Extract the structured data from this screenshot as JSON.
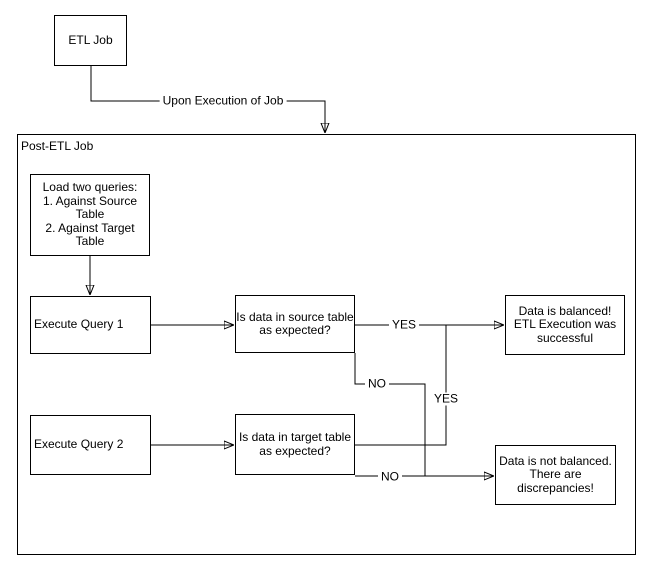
{
  "diagram": {
    "background_color": "#ffffff",
    "stroke_color": "#000000",
    "node_fill_color": "#ffffff",
    "text_color": "#000000",
    "nodes": {
      "etl_job": {
        "label": "ETL Job"
      },
      "post_etl_job": {
        "label": "Post-ETL Job"
      },
      "load_queries": {
        "label": "Load two queries:\n1. Against Source\nTable\n2. Against Target\nTable"
      },
      "execute_query_1": {
        "label": "Execute Query 1"
      },
      "decision_source": {
        "label": "Is data in source table\nas expected?"
      },
      "data_balanced": {
        "label": "Data is balanced!\nETL Execution was\nsuccessful"
      },
      "execute_query_2": {
        "label": "Execute Query 2"
      },
      "decision_target": {
        "label": "Is data in target table\nas expected?"
      },
      "data_not_balanced": {
        "label": "Data is not balanced.\nThere are\ndiscrepancies!"
      }
    },
    "edges": {
      "upon_execution": {
        "label": "Upon Execution of Job"
      },
      "source_yes": {
        "label": "YES"
      },
      "target_yes": {
        "label": "YES"
      },
      "source_no": {
        "label": "NO"
      },
      "target_no": {
        "label": "NO"
      }
    }
  }
}
